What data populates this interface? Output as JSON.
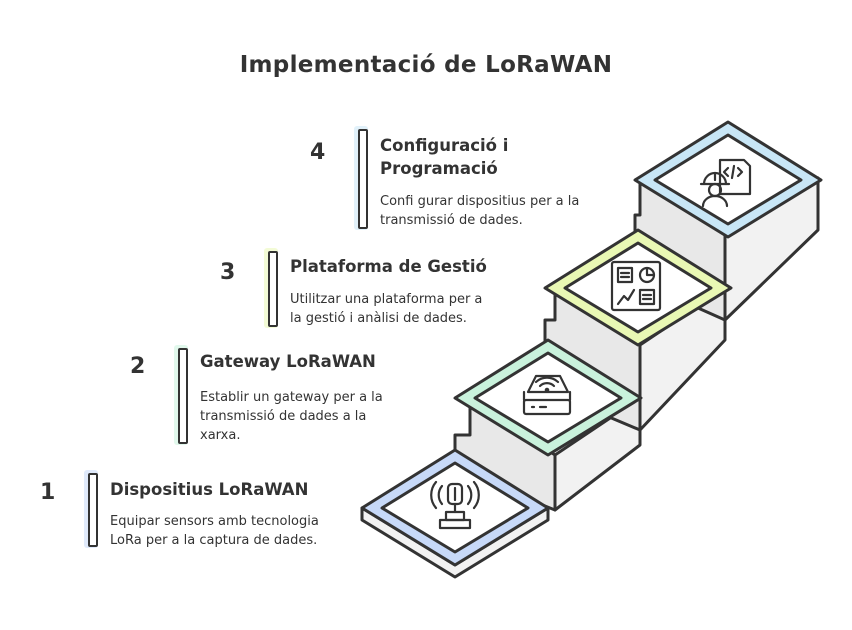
{
  "title": "Implementació de LoRaWAN",
  "colors": {
    "step1": "#c7d9f8",
    "step2": "#c9f2dc",
    "step3": "#e9f8b4",
    "step4": "#c8e6f6",
    "outline": "#333333",
    "riser": "#e8e8e8"
  },
  "steps": [
    {
      "number": "1",
      "title": "Dispositius LoRaWAN",
      "desc_lines": [
        "Equipar sensors amb tecnologia",
        "LoRa per a la captura de dades."
      ],
      "icon": "antenna-sensor-icon"
    },
    {
      "number": "2",
      "title": "Gateway LoRaWAN",
      "desc_lines": [
        "Establir un gateway per a la",
        "transmissió de dades a la",
        "xarxa."
      ],
      "icon": "wifi-router-icon"
    },
    {
      "number": "3",
      "title": "Plataforma de Gestió",
      "desc_lines": [
        "Utilitzar una plataforma per a",
        "la gestió i anàlisi de dades."
      ],
      "icon": "dashboard-icon"
    },
    {
      "number": "4",
      "title_lines": [
        "Configuració i",
        "Programació"
      ],
      "desc_lines": [
        "Confi gurar dispositius per a la",
        "transmissió de dades."
      ],
      "icon": "engineer-code-icon"
    }
  ]
}
